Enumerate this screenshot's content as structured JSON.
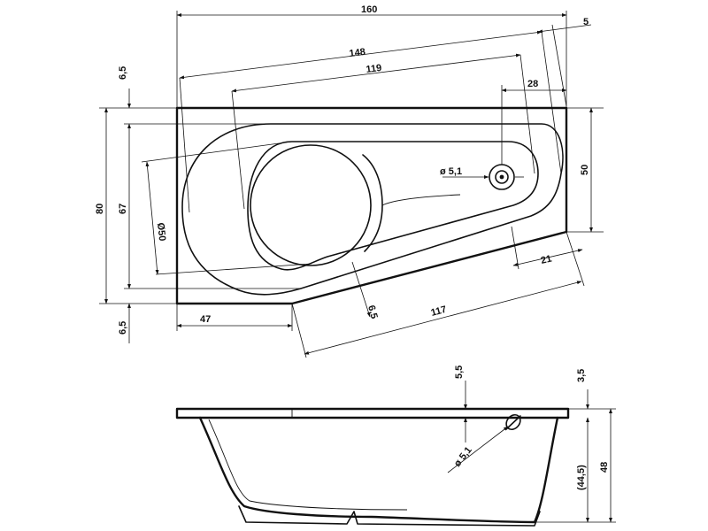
{
  "drawing": {
    "top_view": {
      "overall_length": "160",
      "overall_width": "80",
      "inner_long": "148",
      "inner_short": "119",
      "rim_offset_top_right": "5",
      "drain_offset": "28",
      "right_height": "50",
      "inner_width": "67",
      "basin_diameter": "Ø50",
      "drain_diameter": "ø 5,1",
      "rim_top": "6,5",
      "rim_bottom": "6,5",
      "front_left": "47",
      "front_slant": "117",
      "rim_slant": "6,5",
      "right_offset": "21"
    },
    "side_view": {
      "rim_thickness": "5,5",
      "top_thickness": "3,5",
      "drain_diameter": "ø 5,1",
      "inner_depth": "(44,5)",
      "total_height": "48"
    }
  }
}
